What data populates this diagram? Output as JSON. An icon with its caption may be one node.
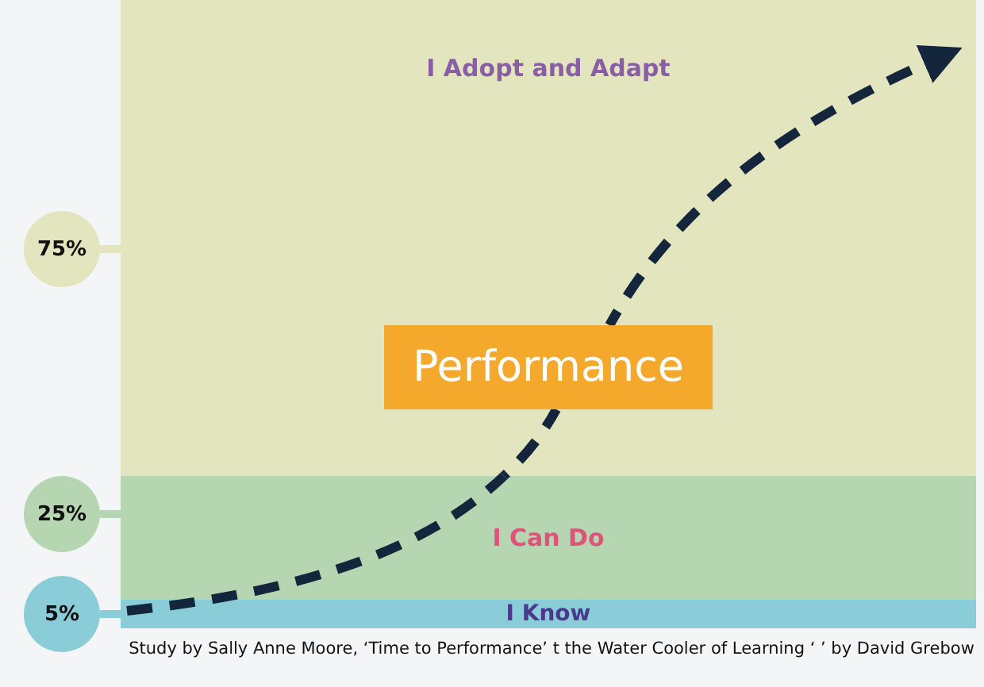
{
  "diagram": {
    "caption": "Study by Sally Anne Moore, ‘Time to Performance’ t the Water Cooler of Learning ‘ ’ by David Grebow",
    "nodes": [
      {
        "text": [
          "I Adopt and Adapt"
        ]
      },
      {
        "text": [
          "I Can Do"
        ]
      },
      {
        "text": [
          "I Know"
        ]
      },
      {
        "text": [
          "75%"
        ]
      },
      {
        "text": [
          "25%"
        ]
      },
      {
        "text": [
          "5%"
        ]
      },
      {
        "text": [
          "Performance"
        ],
        "in": 0
      }
    ],
    "edges": [
      {
        "from": 3,
        "to": 0,
        "arrow": "none",
        "color": "#e3e5be"
      },
      {
        "from": 4,
        "to": 1,
        "arrow": "none",
        "color": "#b6d6b1"
      },
      {
        "from": 5,
        "to": 2,
        "arrow": "none",
        "color": "#8acdd8"
      },
      {
        "from": 2,
        "to": 1,
        "arrow": "none",
        "style": "dashed",
        "color": "#13263b"
      },
      {
        "from": 1,
        "to": 6,
        "arrow": "none",
        "style": "dashed",
        "color": "#13263b"
      },
      {
        "from": 6,
        "to": 0,
        "arrow": "to",
        "style": "dashed",
        "color": "#13263b"
      }
    ]
  }
}
